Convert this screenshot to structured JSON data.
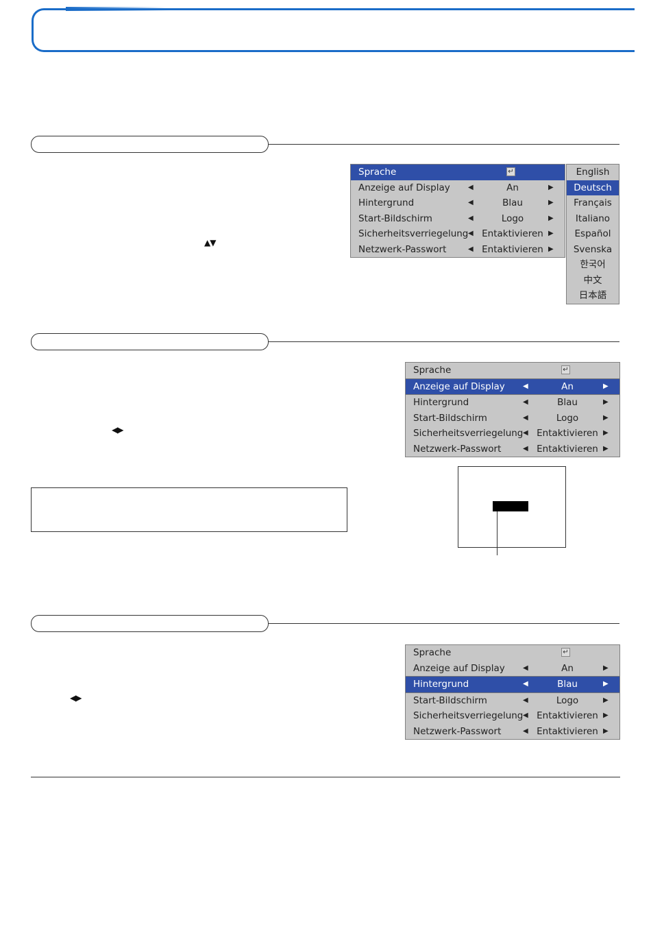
{
  "menu_rows": [
    {
      "label": "Sprache",
      "value": ""
    },
    {
      "label": "Anzeige auf Display",
      "value": "An"
    },
    {
      "label": "Hintergrund",
      "value": "Blau"
    },
    {
      "label": "Start-Bildschirm",
      "value": "Logo"
    },
    {
      "label": "Sicherheitsverriegelung",
      "value": "Entaktivieren"
    },
    {
      "label": "Netzwerk-Passwort",
      "value": "Entaktivieren"
    }
  ],
  "menu1_selected": "Sprache",
  "menu2_selected": "Anzeige auf Display",
  "menu3_selected": "Hintergrund",
  "languages": [
    "English",
    "Deutsch",
    "Français",
    "Italiano",
    "Español",
    "Svenska",
    "한국어",
    "中文",
    "日本語"
  ],
  "language_selected": "Deutsch",
  "arrow_glyphs": {
    "up_down": "▲▼",
    "left_right": "◀▶",
    "left": "◀",
    "right": "▶",
    "enter": "↵"
  },
  "colors": {
    "accent_blue": "#1a6cc8",
    "osd_highlight": "#2f4fa8",
    "osd_background": "#c7c7c7"
  }
}
